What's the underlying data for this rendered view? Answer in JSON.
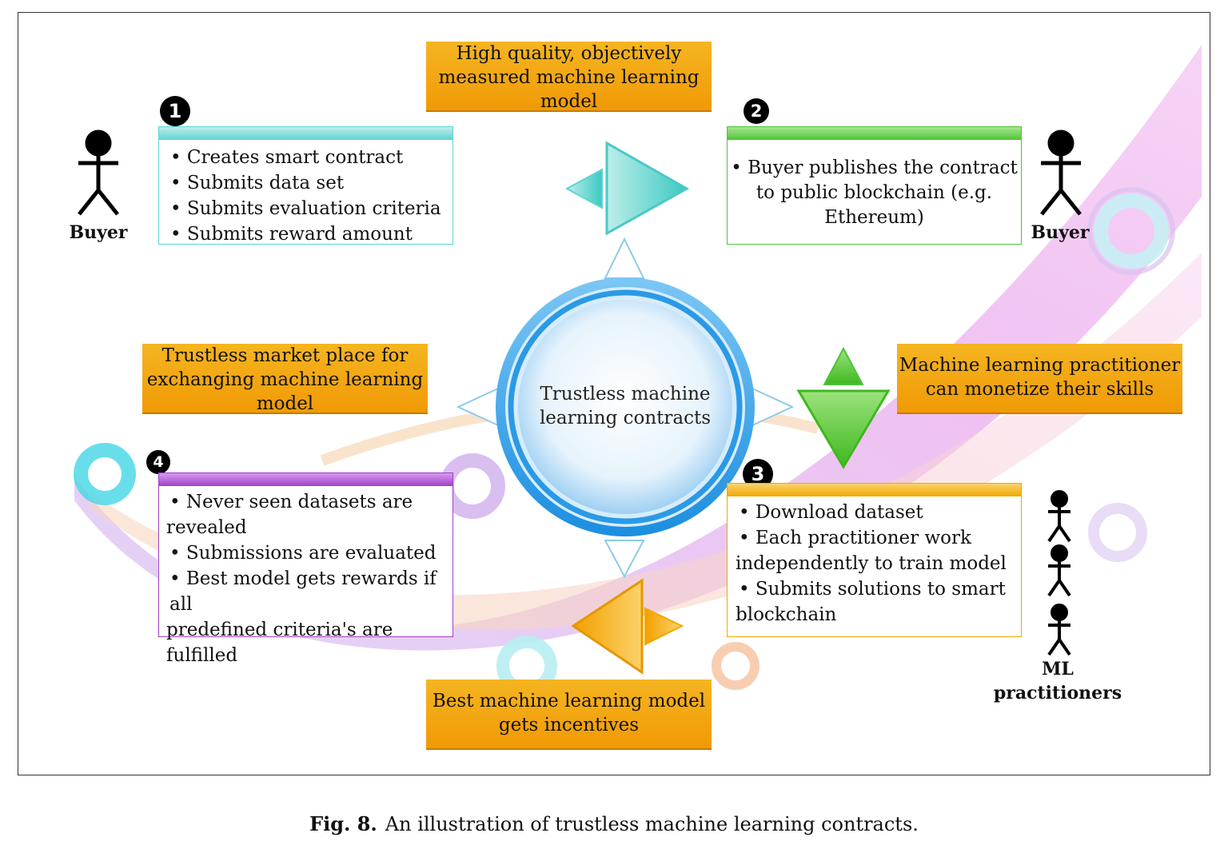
{
  "center": {
    "line1": "Trustless machine",
    "line2": "learning contracts"
  },
  "callouts": {
    "top": [
      "High quality, objectively",
      "measured machine learning",
      "model"
    ],
    "left": [
      "Trustless market place for",
      "exchanging machine learning",
      "model"
    ],
    "right": [
      "Machine learning practitioner",
      "can monetize their skills"
    ],
    "bottom": [
      "Best machine learning model",
      "gets incentives"
    ]
  },
  "steps": [
    {
      "number": "1",
      "color": "#5fd3d3",
      "items": [
        "Creates smart contract",
        "Submits data set",
        "Submits evaluation criteria",
        "Submits reward amount"
      ]
    },
    {
      "number": "2",
      "color": "#4ec43a",
      "lines": [
        "• Buyer publishes the contract",
        "to public blockchain (e.g.",
        "Ethereum)"
      ]
    },
    {
      "number": "3",
      "color": "#f0a800",
      "lines": [
        "• Download dataset",
        "• Each practitioner work",
        "independently to train model",
        "• Submits solutions to smart",
        "blockchain"
      ]
    },
    {
      "number": "4",
      "color": "#a040c8",
      "lines": [
        "• Never seen datasets are",
        "revealed",
        "• Submissions are evaluated",
        "• Best model gets rewards if all",
        "predefined criteria's are fulfilled"
      ]
    }
  ],
  "actors": {
    "buyer_left": "Buyer",
    "buyer_right": "Buyer",
    "practitioners": [
      "ML",
      "practitioners"
    ]
  },
  "caption": {
    "label": "Fig. 8.",
    "text": "An illustration of trustless machine learning contracts."
  }
}
